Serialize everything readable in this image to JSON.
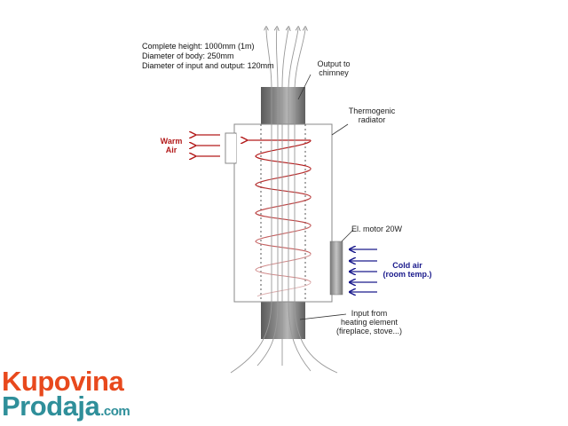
{
  "specs": {
    "line1": "Complete height: 1000mm (1m)",
    "line2": "Diameter of body: 250mm",
    "line3": "Diameter of input and output: 120mm"
  },
  "labels": {
    "output_line1": "Output to",
    "output_line2": "chimney",
    "radiator_line1": "Thermogenic",
    "radiator_line2": "radiator",
    "warm_line1": "Warm",
    "warm_line2": "Air",
    "motor": "El. motor 20W",
    "cold_line1": "Cold air",
    "cold_line2": "(room temp.)",
    "input_line1": "Input from",
    "input_line2": "heating element",
    "input_line3": "(fireplace, stove...)"
  },
  "watermark": {
    "top": "Kupovina",
    "bottom": "Prodaja",
    "suffix": ".com"
  },
  "colors": {
    "warm": "#b31b1b",
    "cold": "#1a1a8c",
    "pipe": "#6e6e6e",
    "logo_orange": "#e8491d",
    "logo_teal": "#2f8f9a"
  }
}
